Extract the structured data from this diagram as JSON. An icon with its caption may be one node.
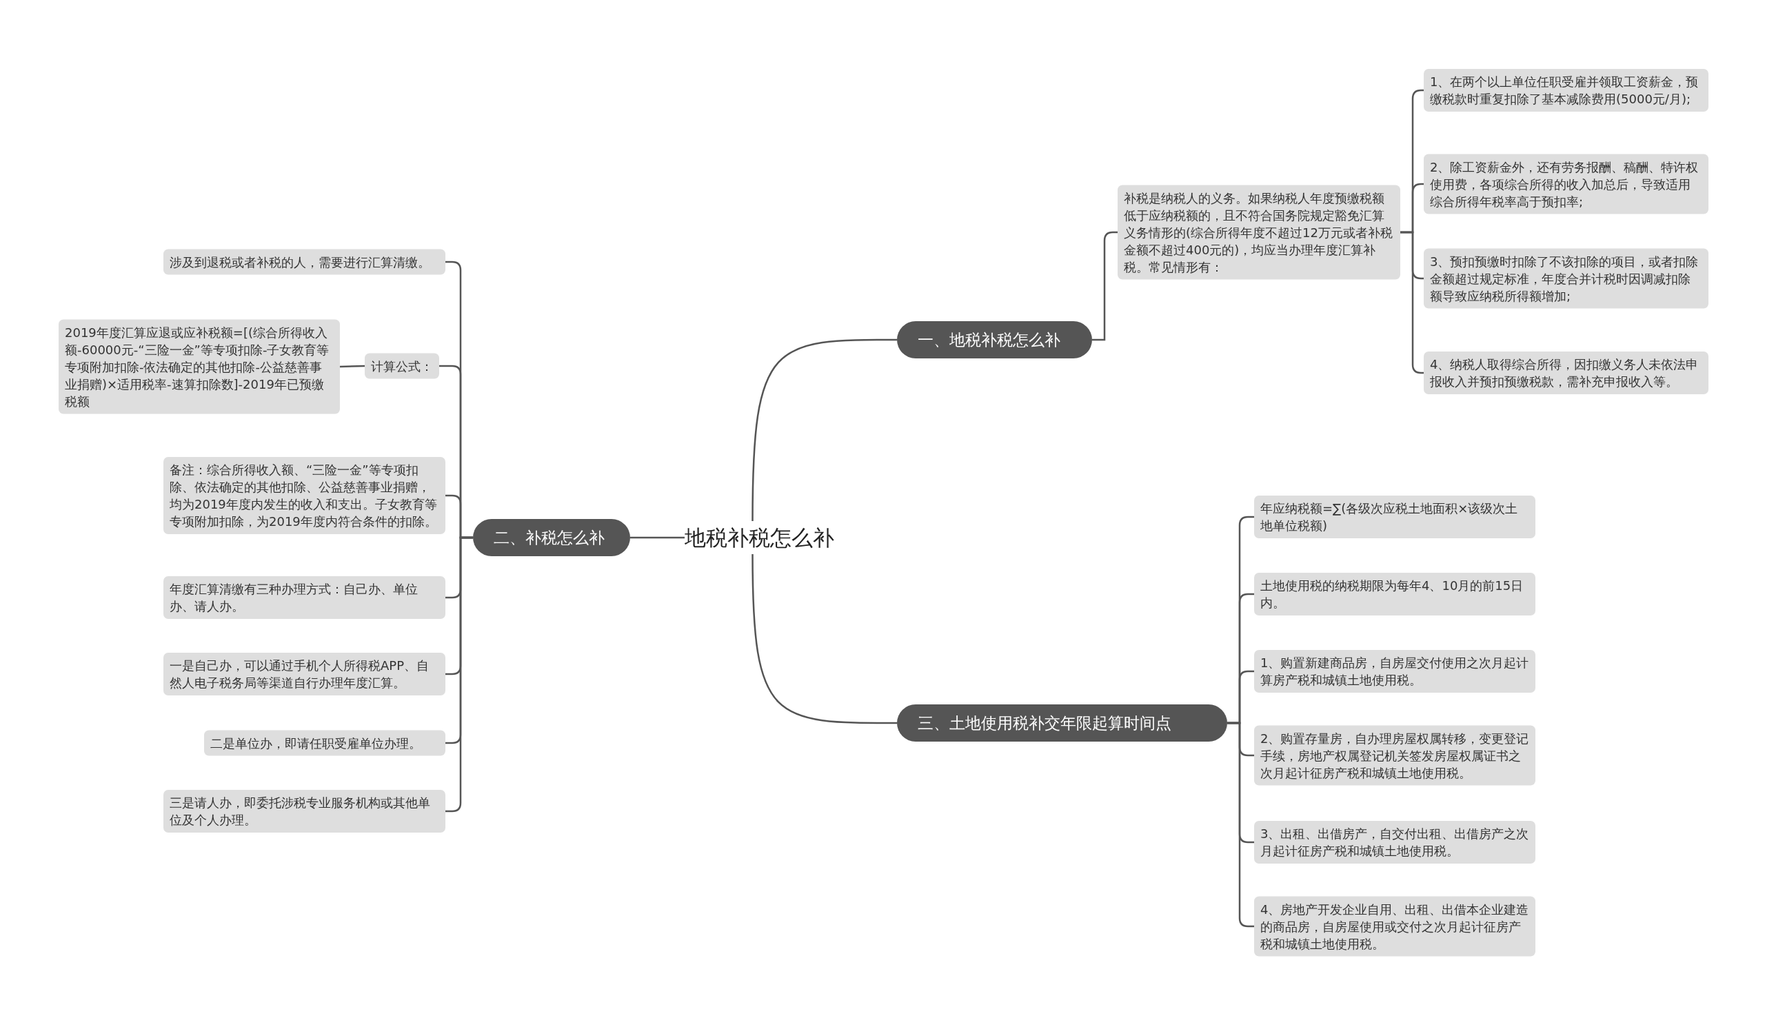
{
  "diagram": {
    "nodes": [
      {
        "text": [
          "地税补税怎么补"
        ]
      },
      {
        "text": [
          "一、地税补税怎么补"
        ]
      },
      {
        "text": [
          "补税是纳税人的义务。如果纳税人年度预缴税额低于应纳税额的，且不符合国务院规定豁免汇算义务情形的(综合所得年度不超过12万元或者补税金额不超过400元的)，均应当办理年度汇算补税。常见情形有："
        ]
      },
      {
        "text": [
          "1、在两个以上单位任职受雇并领取工资薪金，预缴税款时重复扣除了基本减除费用(5000元/月);"
        ]
      },
      {
        "text": [
          "2、除工资薪金外，还有劳务报酬、稿酬、特许权使用费，各项综合所得的收入加总后，导致适用综合所得年税率高于预扣率;"
        ]
      },
      {
        "text": [
          "3、预扣预缴时扣除了不该扣除的项目，或者扣除金额超过规定标准，年度合并计税时因调减扣除额导致应纳税所得额增加;"
        ]
      },
      {
        "text": [
          "4、纳税人取得综合所得，因扣缴义务人未依法申报收入并预扣预缴税款，需补充申报收入等。"
        ]
      },
      {
        "text": [
          "二、补税怎么补"
        ]
      },
      {
        "text": [
          "涉及到退税或者补税的人，需要进行汇算清缴。"
        ]
      },
      {
        "text": [
          "计算公式："
        ]
      },
      {
        "text": [
          "2019年度汇算应退或应补税额=[(综合所得收入额-60000元-“三险一金”等专项扣除-子女教育等专项附加扣除-依法确定的其他扣除-公益慈善事业捐赠)×适用税率-速算扣除数]-2019年已预缴税额"
        ]
      },
      {
        "text": [
          "备注：综合所得收入额、“三险一金”等专项扣除、依法确定的其他扣除、公益慈善事业捐赠，均为2019年度内发生的收入和支出。子女教育等专项附加扣除，为2019年度内符合条件的扣除。"
        ]
      },
      {
        "text": [
          "年度汇算清缴有三种办理方式：自己办、单位办、请人办。"
        ]
      },
      {
        "text": [
          "一是自己办，可以通过手机个人所得税APP、自然人电子税务局等渠道自行办理年度汇算。"
        ]
      },
      {
        "text": [
          "二是单位办，即请任职受雇单位办理。"
        ]
      },
      {
        "text": [
          "三是请人办，即委托涉税专业服务机构或其他单位及个人办理。"
        ]
      },
      {
        "text": [
          "三、土地使用税补交年限起算时间点"
        ]
      },
      {
        "text": [
          "年应纳税额=∑(各级次应税土地面积×该级次土地单位税额)"
        ]
      },
      {
        "text": [
          "土地使用税的纳税期限为每年4、10月的前15日内。"
        ]
      },
      {
        "text": [
          "1、购置新建商品房，自房屋交付使用之次月起计算房产税和城镇土地使用税。"
        ]
      },
      {
        "text": [
          "2、购置存量房，自办理房屋权属转移，变更登记手续，房地产权属登记机关签发房屋权属证书之次月起计征房产税和城镇土地使用税。"
        ]
      },
      {
        "text": [
          "3、出租、出借房产，自交付出租、出借房产之次月起计征房产税和城镇土地使用税。"
        ]
      },
      {
        "text": [
          "4、房地产开发企业自用、出租、出借本企业建造的商品房，自房屋使用或交付之次月起计征房产税和城镇土地使用税。"
        ]
      }
    ],
    "edges": [
      {
        "from": 0,
        "to": 1,
        "arrow": "none"
      },
      {
        "from": 1,
        "to": 2,
        "arrow": "none"
      },
      {
        "from": 2,
        "to": 3,
        "arrow": "none"
      },
      {
        "from": 2,
        "to": 4,
        "arrow": "none"
      },
      {
        "from": 2,
        "to": 5,
        "arrow": "none"
      },
      {
        "from": 2,
        "to": 6,
        "arrow": "none"
      },
      {
        "from": 0,
        "to": 7,
        "arrow": "none"
      },
      {
        "from": 7,
        "to": 8,
        "arrow": "none"
      },
      {
        "from": 7,
        "to": 9,
        "arrow": "none"
      },
      {
        "from": 9,
        "to": 10,
        "arrow": "none"
      },
      {
        "from": 7,
        "to": 11,
        "arrow": "none"
      },
      {
        "from": 7,
        "to": 12,
        "arrow": "none"
      },
      {
        "from": 7,
        "to": 13,
        "arrow": "none"
      },
      {
        "from": 7,
        "to": 14,
        "arrow": "none"
      },
      {
        "from": 7,
        "to": 15,
        "arrow": "none"
      },
      {
        "from": 0,
        "to": 16,
        "arrow": "none"
      },
      {
        "from": 16,
        "to": 17,
        "arrow": "none"
      },
      {
        "from": 16,
        "to": 18,
        "arrow": "none"
      },
      {
        "from": 16,
        "to": 19,
        "arrow": "none"
      },
      {
        "from": 16,
        "to": 20,
        "arrow": "none"
      },
      {
        "from": 16,
        "to": 21,
        "arrow": "none"
      },
      {
        "from": 16,
        "to": 22,
        "arrow": "none"
      }
    ]
  }
}
